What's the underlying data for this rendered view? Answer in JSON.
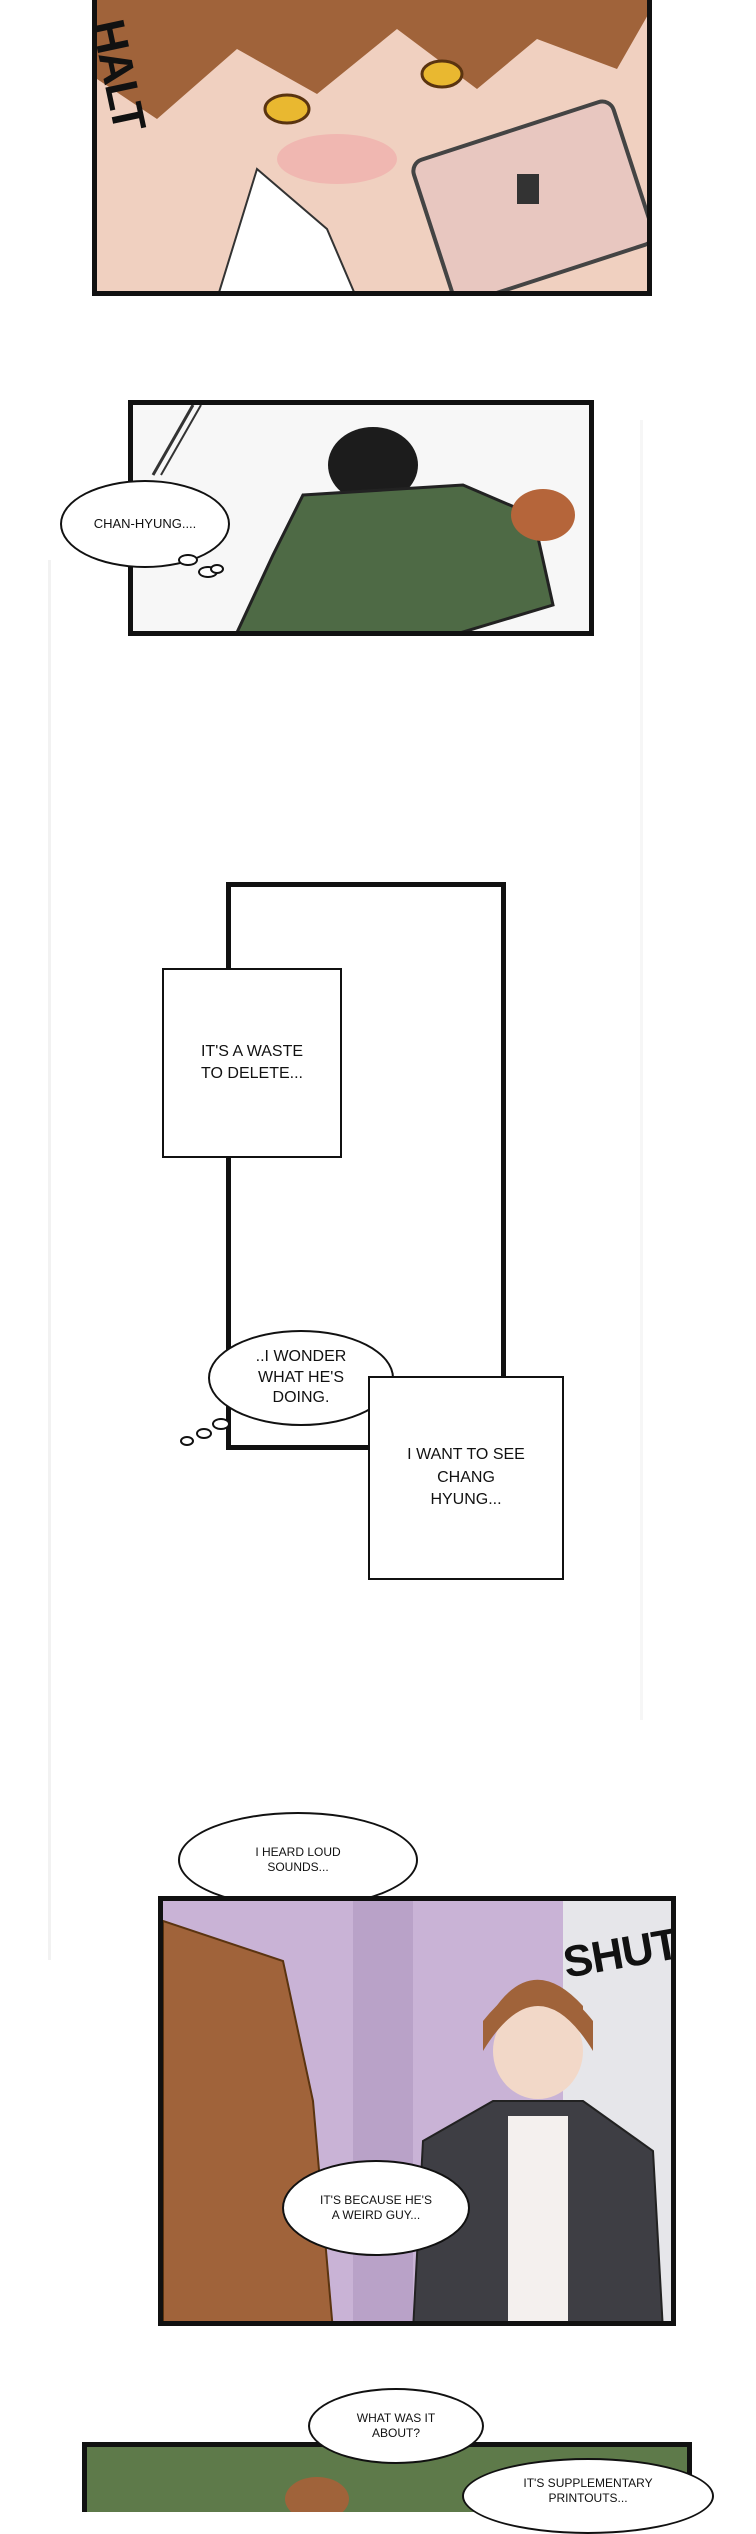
{
  "panels": {
    "top": {
      "sfx": "HALT"
    },
    "second": {
      "bubble": "CHAN-HYUNG...."
    },
    "third": {
      "caption_1": "IT'S A WASTE\nTO DELETE...",
      "bubble": "..I WONDER\nWHAT HE'S\nDOING.",
      "caption_2": "I WANT TO SEE\nCHANG\nHYUNG..."
    },
    "fourth": {
      "bubble_top": "I HEARD LOUD\nSOUNDS...",
      "sfx": "SHUT",
      "bubble_bottom": "IT'S BECAUSE HE'S\nA WEIRD GUY..."
    },
    "fifth": {
      "bubble_left": "WHAT WAS IT\nABOUT?",
      "bubble_right": "IT'S SUPPLEMENTARY\nPRINTOUTS..."
    }
  },
  "colors": {
    "hair": "#a0633a",
    "skin": "#f2cdb8",
    "jacket_green": "#4e6a45",
    "wall_purple": "#c9b3d6",
    "dark_coat": "#3e3e44"
  }
}
